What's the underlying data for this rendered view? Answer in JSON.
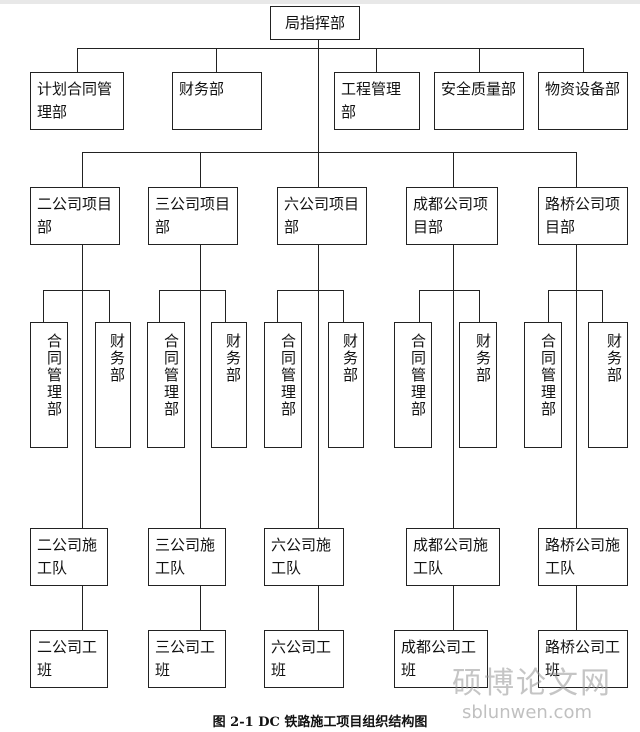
{
  "root": {
    "label": "局指挥部"
  },
  "departments": [
    {
      "label": "计划合同管理部"
    },
    {
      "label": "财务部"
    },
    {
      "label": "工程管理部"
    },
    {
      "label": "安全质量部"
    },
    {
      "label": "物资设备部"
    }
  ],
  "companies": [
    {
      "project": "二公司项目部",
      "contract": "合同管理部",
      "finance": "财务部",
      "team": "二公司施工队",
      "squad": "二公司工班"
    },
    {
      "project": "三公司项目部",
      "contract": "合同管理部",
      "finance": "财务部",
      "team": "三公司施工队",
      "squad": "三公司工班"
    },
    {
      "project": "六公司项目部",
      "contract": "合同管理部",
      "finance": "财务部",
      "team": "六公司施工队",
      "squad": "六公司工班"
    },
    {
      "project": "成都公司项目部",
      "contract": "合同管理部",
      "finance": "财务部",
      "team": "成都公司施工队",
      "squad": "成都公司工班"
    },
    {
      "project": "路桥公司项目部",
      "contract": "合同管理部",
      "finance": "财务部",
      "team": "路桥公司施工队",
      "squad": "路桥公司工班"
    }
  ],
  "caption": "图 2-1 DC 铁路施工项目组织结构图",
  "watermark": {
    "text": "硕博论文网",
    "url": "sblunwen.com"
  }
}
